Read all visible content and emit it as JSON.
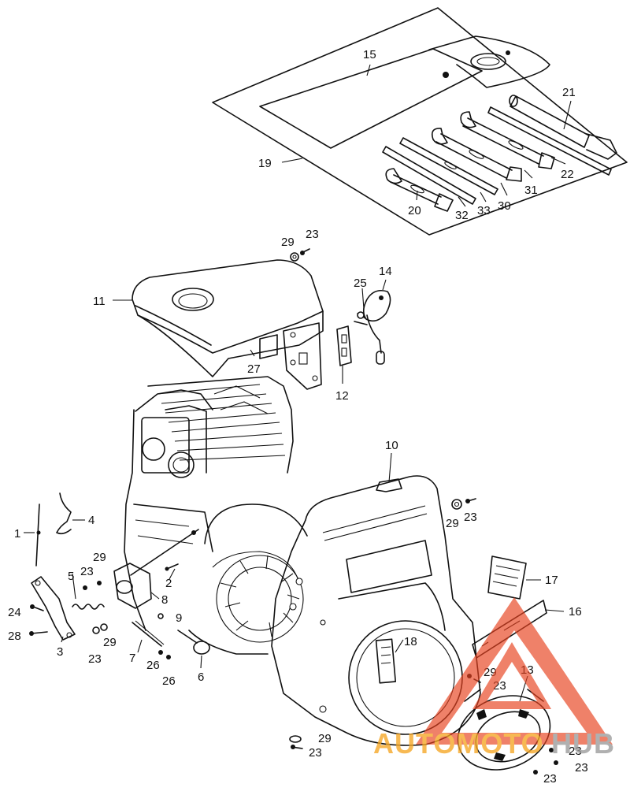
{
  "labels": {
    "p1": "1",
    "p2": "2",
    "p3": "3",
    "p4": "4",
    "p5": "5",
    "p6": "6",
    "p7": "7",
    "p8": "8",
    "p9": "9",
    "p10": "10",
    "p11": "11",
    "p12": "12",
    "p13": "13",
    "p14": "14",
    "p15": "15",
    "p16": "16",
    "p17": "17",
    "p18": "18",
    "p19": "19",
    "p20": "20",
    "p21": "21",
    "p22": "22",
    "p23": "23",
    "p24": "24",
    "p25": "25",
    "p26": "26",
    "p27": "27",
    "p28": "28",
    "p29": "29",
    "p30": "30",
    "p31": "31",
    "p32": "32",
    "p33": "33"
  },
  "watermark": {
    "text_orange": "AUTOMOTO",
    "text_gray": "HUB",
    "logo": "auto-moto-hub-triangle-logo",
    "colors": {
      "triangle": "#e8421f",
      "text_orange": "#f5a623",
      "text_gray": "#9a9a9a"
    }
  },
  "colors": {
    "line": "#111111",
    "background": "#ffffff"
  }
}
